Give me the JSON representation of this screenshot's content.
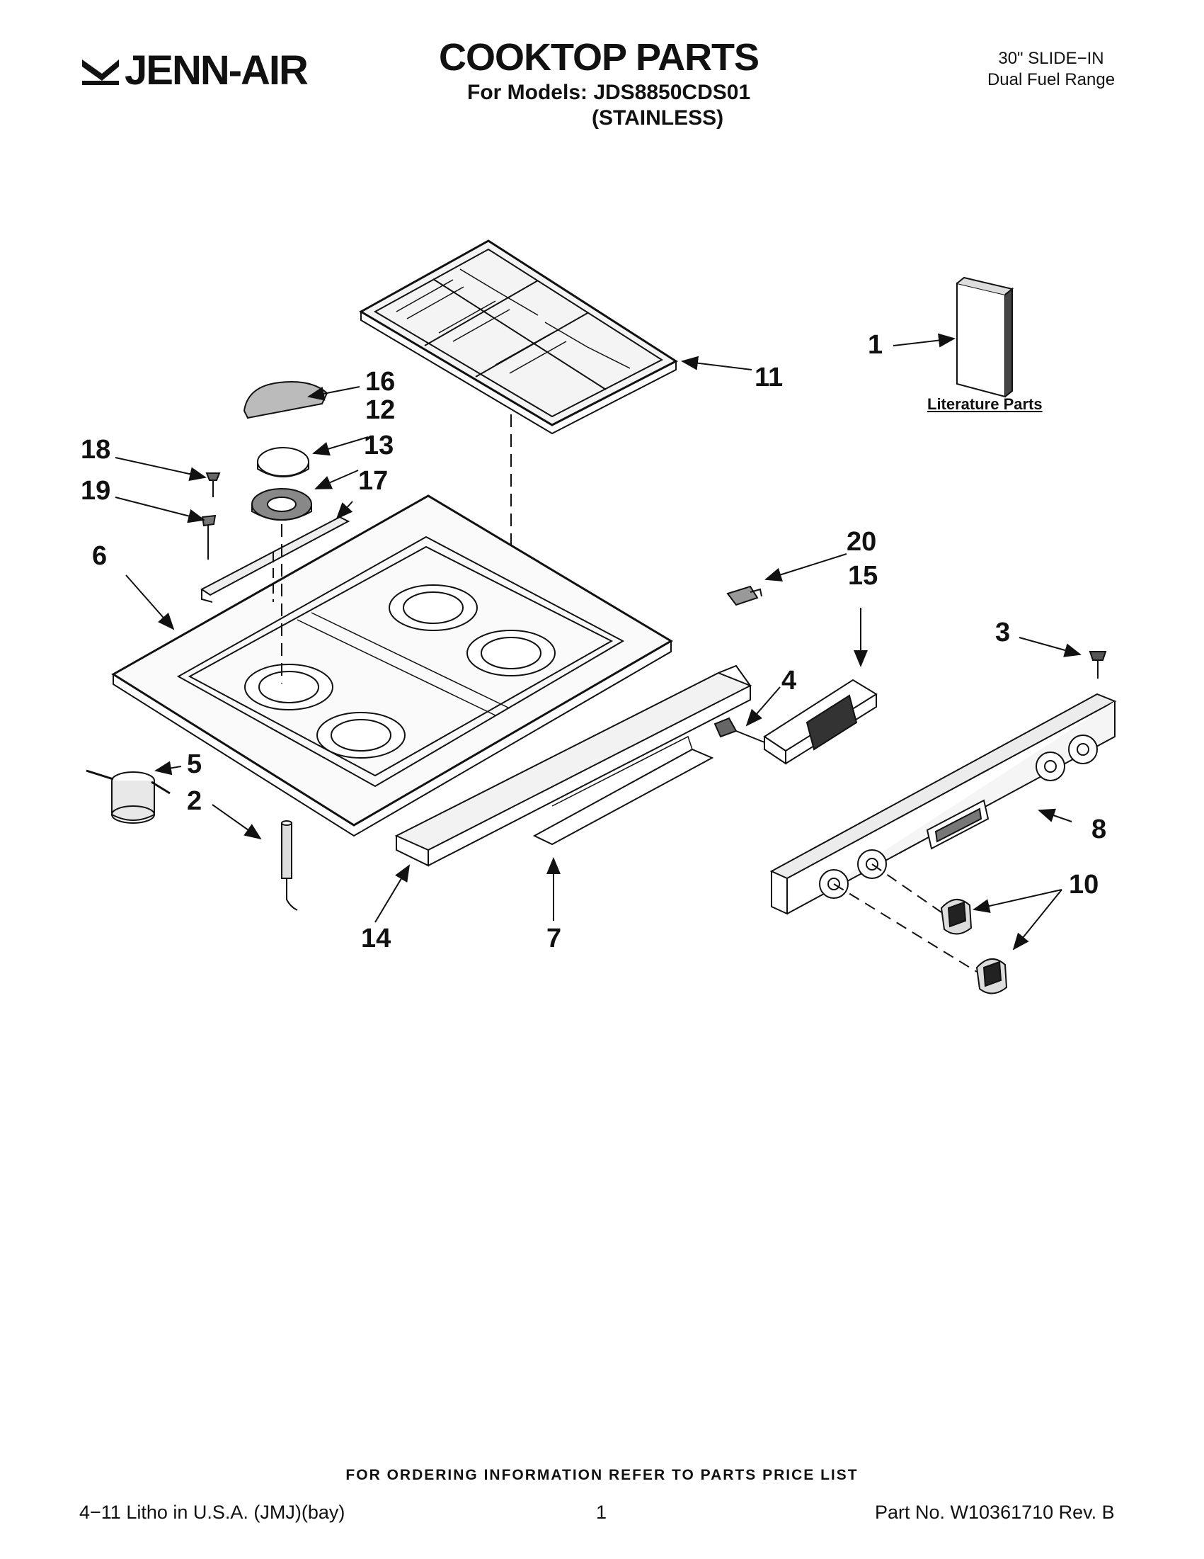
{
  "header": {
    "brand": "JENN-AIR",
    "title": "COOKTOP PARTS",
    "models_line": "For Models: JDS8850CDS01",
    "finish": "(STAINLESS)",
    "range_type_line1": "30\" SLIDE−IN",
    "range_type_line2": "Dual Fuel Range"
  },
  "diagram": {
    "callouts": [
      "1",
      "2",
      "3",
      "4",
      "5",
      "6",
      "7",
      "8",
      "10",
      "11",
      "12",
      "13",
      "14",
      "15",
      "16",
      "17",
      "18",
      "19",
      "20"
    ],
    "literature_label": "Literature Parts"
  },
  "footer": {
    "ordering_note": "FOR ORDERING INFORMATION REFER TO PARTS PRICE LIST",
    "litho": "4−11 Litho in U.S.A. (JMJ)(bay)",
    "page_number": "1",
    "part_number": "Part No. W10361710 Rev. B"
  }
}
